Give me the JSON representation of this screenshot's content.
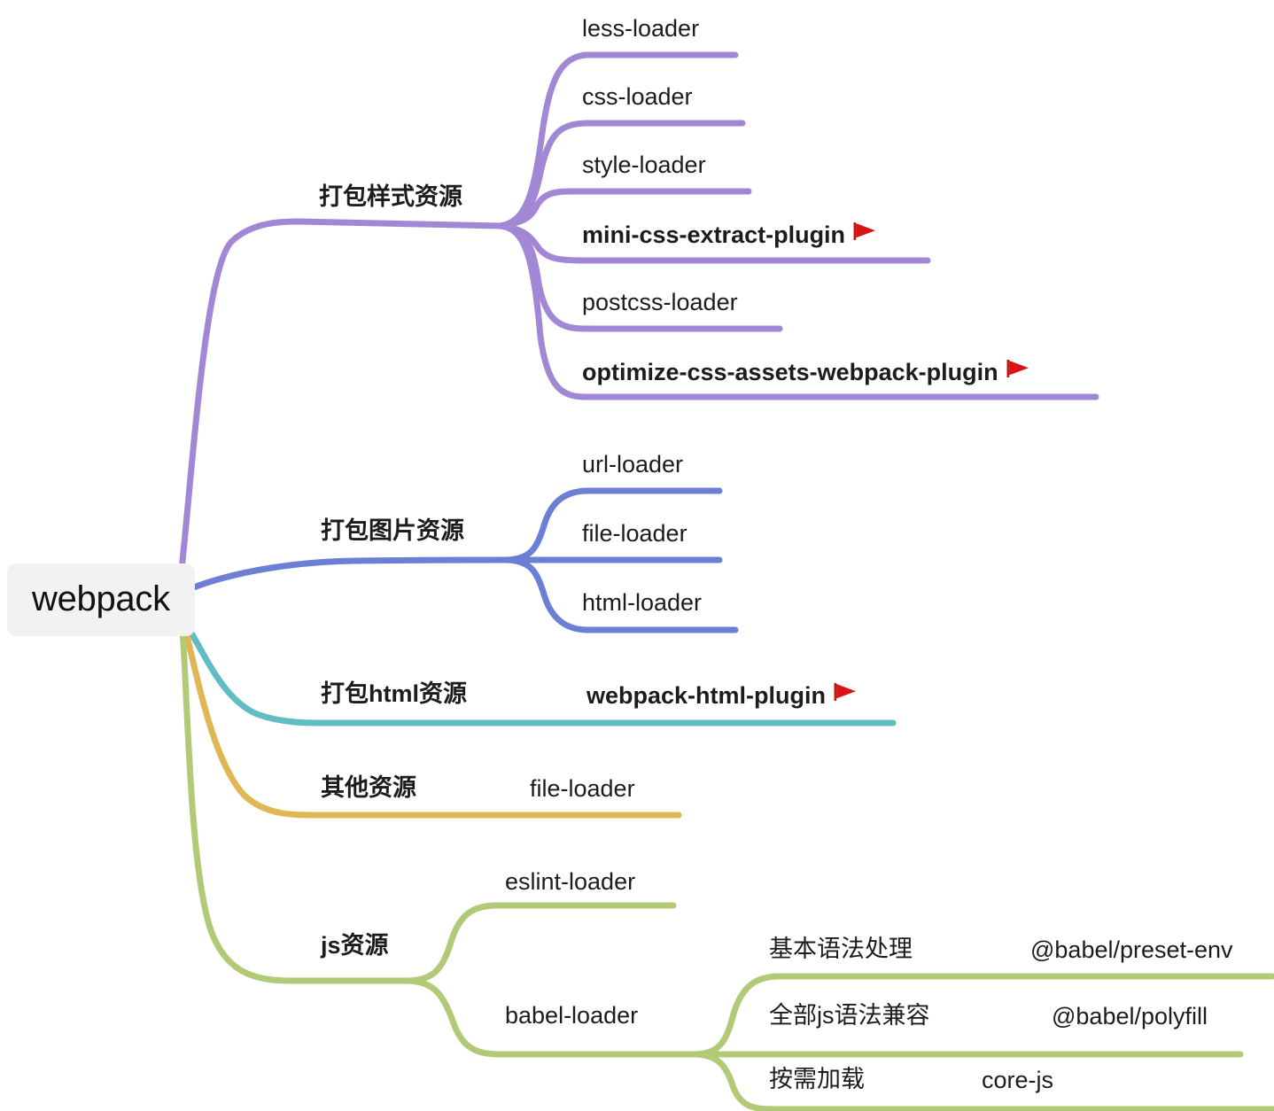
{
  "diagram": {
    "type": "mindmap",
    "title": "webpack",
    "root": {
      "label": "webpack",
      "box_color": "#f2f2f2"
    },
    "flag_icon": "red-flag-icon",
    "branches": [
      {
        "label": "打包样式资源",
        "color": "#a287d4",
        "children": [
          {
            "label": "less-loader",
            "bold": false,
            "flag": false
          },
          {
            "label": "css-loader",
            "bold": false,
            "flag": false
          },
          {
            "label": "style-loader",
            "bold": false,
            "flag": false
          },
          {
            "label": "mini-css-extract-plugin",
            "bold": true,
            "flag": true
          },
          {
            "label": "postcss-loader",
            "bold": false,
            "flag": false
          },
          {
            "label": "optimize-css-assets-webpack-plugin",
            "bold": true,
            "flag": true
          }
        ]
      },
      {
        "label": "打包图片资源",
        "color": "#6c7fd4",
        "children": [
          {
            "label": "url-loader",
            "bold": false,
            "flag": false
          },
          {
            "label": "file-loader",
            "bold": false,
            "flag": false
          },
          {
            "label": "html-loader",
            "bold": false,
            "flag": false
          }
        ]
      },
      {
        "label": "打包html资源",
        "color": "#62bcc4",
        "children": [
          {
            "label": "webpack-html-plugin",
            "bold": true,
            "flag": true
          }
        ]
      },
      {
        "label": "其他资源",
        "color": "#e0b755",
        "children": [
          {
            "label": "file-loader",
            "bold": false,
            "flag": false
          }
        ]
      },
      {
        "label": "js资源",
        "color": "#b2ca78",
        "children": [
          {
            "label": "eslint-loader",
            "bold": false,
            "flag": false
          },
          {
            "label": "babel-loader",
            "bold": false,
            "flag": false,
            "children": [
              {
                "label": "基本语法处理",
                "value": "@babel/preset-env"
              },
              {
                "label": "全部js语法兼容",
                "value": "@babel/polyfill"
              },
              {
                "label": "按需加载",
                "value": "core-js"
              }
            ]
          }
        ]
      }
    ]
  },
  "labels": {
    "root": "webpack",
    "b0": "打包样式资源",
    "b0c0": "less-loader",
    "b0c1": "css-loader",
    "b0c2": "style-loader",
    "b0c3": "mini-css-extract-plugin",
    "b0c4": "postcss-loader",
    "b0c5": "optimize-css-assets-webpack-plugin",
    "b1": "打包图片资源",
    "b1c0": "url-loader",
    "b1c1": "file-loader",
    "b1c2": "html-loader",
    "b2": "打包html资源",
    "b2c0": "webpack-html-plugin",
    "b3": "其他资源",
    "b3c0": "file-loader",
    "b4": "js资源",
    "b4c0": "eslint-loader",
    "b4c1": "babel-loader",
    "b4c1g0": "基本语法处理",
    "b4c1g0v": "@babel/preset-env",
    "b4c1g1": "全部js语法兼容",
    "b4c1g1v": "@babel/polyfill",
    "b4c1g2": "按需加载",
    "b4c1g2v": "core-js"
  }
}
